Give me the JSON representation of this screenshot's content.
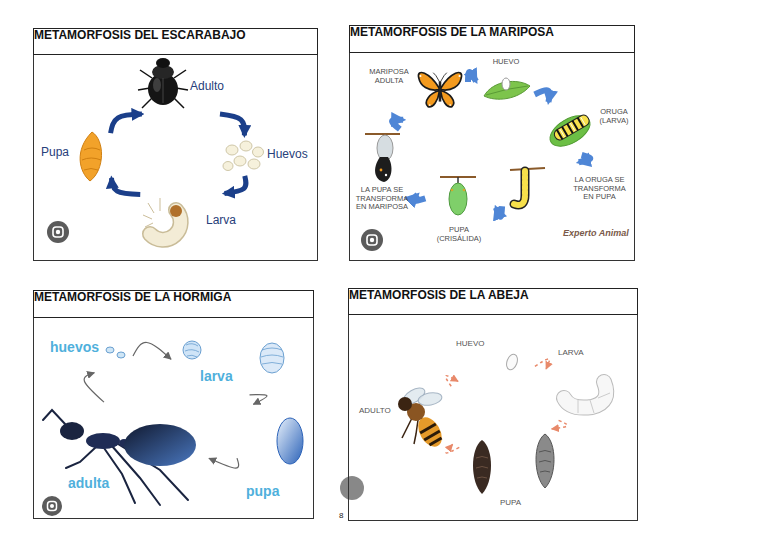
{
  "diagram": {
    "nodes": [
      {
        "text": [
          "METAMORFOSIS DEL ESCARABAJO"
        ]
      },
      {
        "text": [
          "Adulto"
        ],
        "in": 0
      },
      {
        "text": [
          "Huevos"
        ],
        "in": 0
      },
      {
        "text": [
          "Larva"
        ],
        "in": 0
      },
      {
        "text": [
          "Pupa"
        ],
        "in": 0
      },
      {
        "text": [
          "METAMORFOSIS DE LA MARIPOSA"
        ]
      },
      {
        "text": [
          "MARIPOSA ADULTA"
        ],
        "in": 5
      },
      {
        "text": [
          "HUEVO"
        ],
        "in": 5
      },
      {
        "text": [
          "ORUGA (LARVA)"
        ],
        "in": 5
      },
      {
        "text": [
          "LA ORUGA SE TRANSFORMA EN PUPA"
        ],
        "in": 5
      },
      {
        "text": [
          "PUPA (CRISÁLIDA)"
        ],
        "in": 5
      },
      {
        "text": [
          "LA PUPA SE TRANSFORMA EN MARIPOSA"
        ],
        "in": 5
      },
      {
        "text": [
          "METAMORFOSIS DE LA HORMIGA"
        ]
      },
      {
        "text": [
          "huevos"
        ],
        "in": 12
      },
      {
        "text": [
          "larva"
        ],
        "in": 12
      },
      {
        "text": [
          "pupa"
        ],
        "in": 12
      },
      {
        "text": [
          "adulta"
        ],
        "in": 12
      },
      {
        "text": [
          "METAMORFOSIS DE LA ABEJA"
        ]
      },
      {
        "text": [
          "HUEVO"
        ],
        "in": 17
      },
      {
        "text": [
          "LARVA"
        ],
        "in": 17
      },
      {
        "text": [
          "PUPA"
        ],
        "in": 17
      },
      {
        "text": [
          "ADULTO"
        ],
        "in": 17
      }
    ],
    "edges": [
      {
        "from": 1,
        "to": 2,
        "arrow": "to"
      },
      {
        "from": 2,
        "to": 3,
        "arrow": "to"
      },
      {
        "from": 3,
        "to": 4,
        "arrow": "to"
      },
      {
        "from": 4,
        "to": 1,
        "arrow": "to"
      },
      {
        "from": 7,
        "to": 8,
        "arrow": "to"
      },
      {
        "from": 8,
        "to": 9,
        "arrow": "to"
      },
      {
        "from": 9,
        "to": 10,
        "arrow": "to"
      },
      {
        "from": 10,
        "to": 11,
        "arrow": "to"
      },
      {
        "from": 11,
        "to": 6,
        "arrow": "to"
      },
      {
        "from": 6,
        "to": 7,
        "arrow": "to"
      },
      {
        "from": 13,
        "to": 14,
        "arrow": "to"
      },
      {
        "from": 14,
        "to": 15,
        "arrow": "to"
      },
      {
        "from": 15,
        "to": 16,
        "arrow": "to"
      },
      {
        "from": 16,
        "to": 13,
        "arrow": "to"
      },
      {
        "from": 18,
        "to": 19,
        "arrow": "to"
      },
      {
        "from": 19,
        "to": 20,
        "arrow": "to"
      },
      {
        "from": 20,
        "to": 21,
        "arrow": "to"
      },
      {
        "from": 21,
        "to": 18,
        "arrow": "to"
      }
    ],
    "labels": [
      "Experto Animal",
      "8"
    ]
  }
}
